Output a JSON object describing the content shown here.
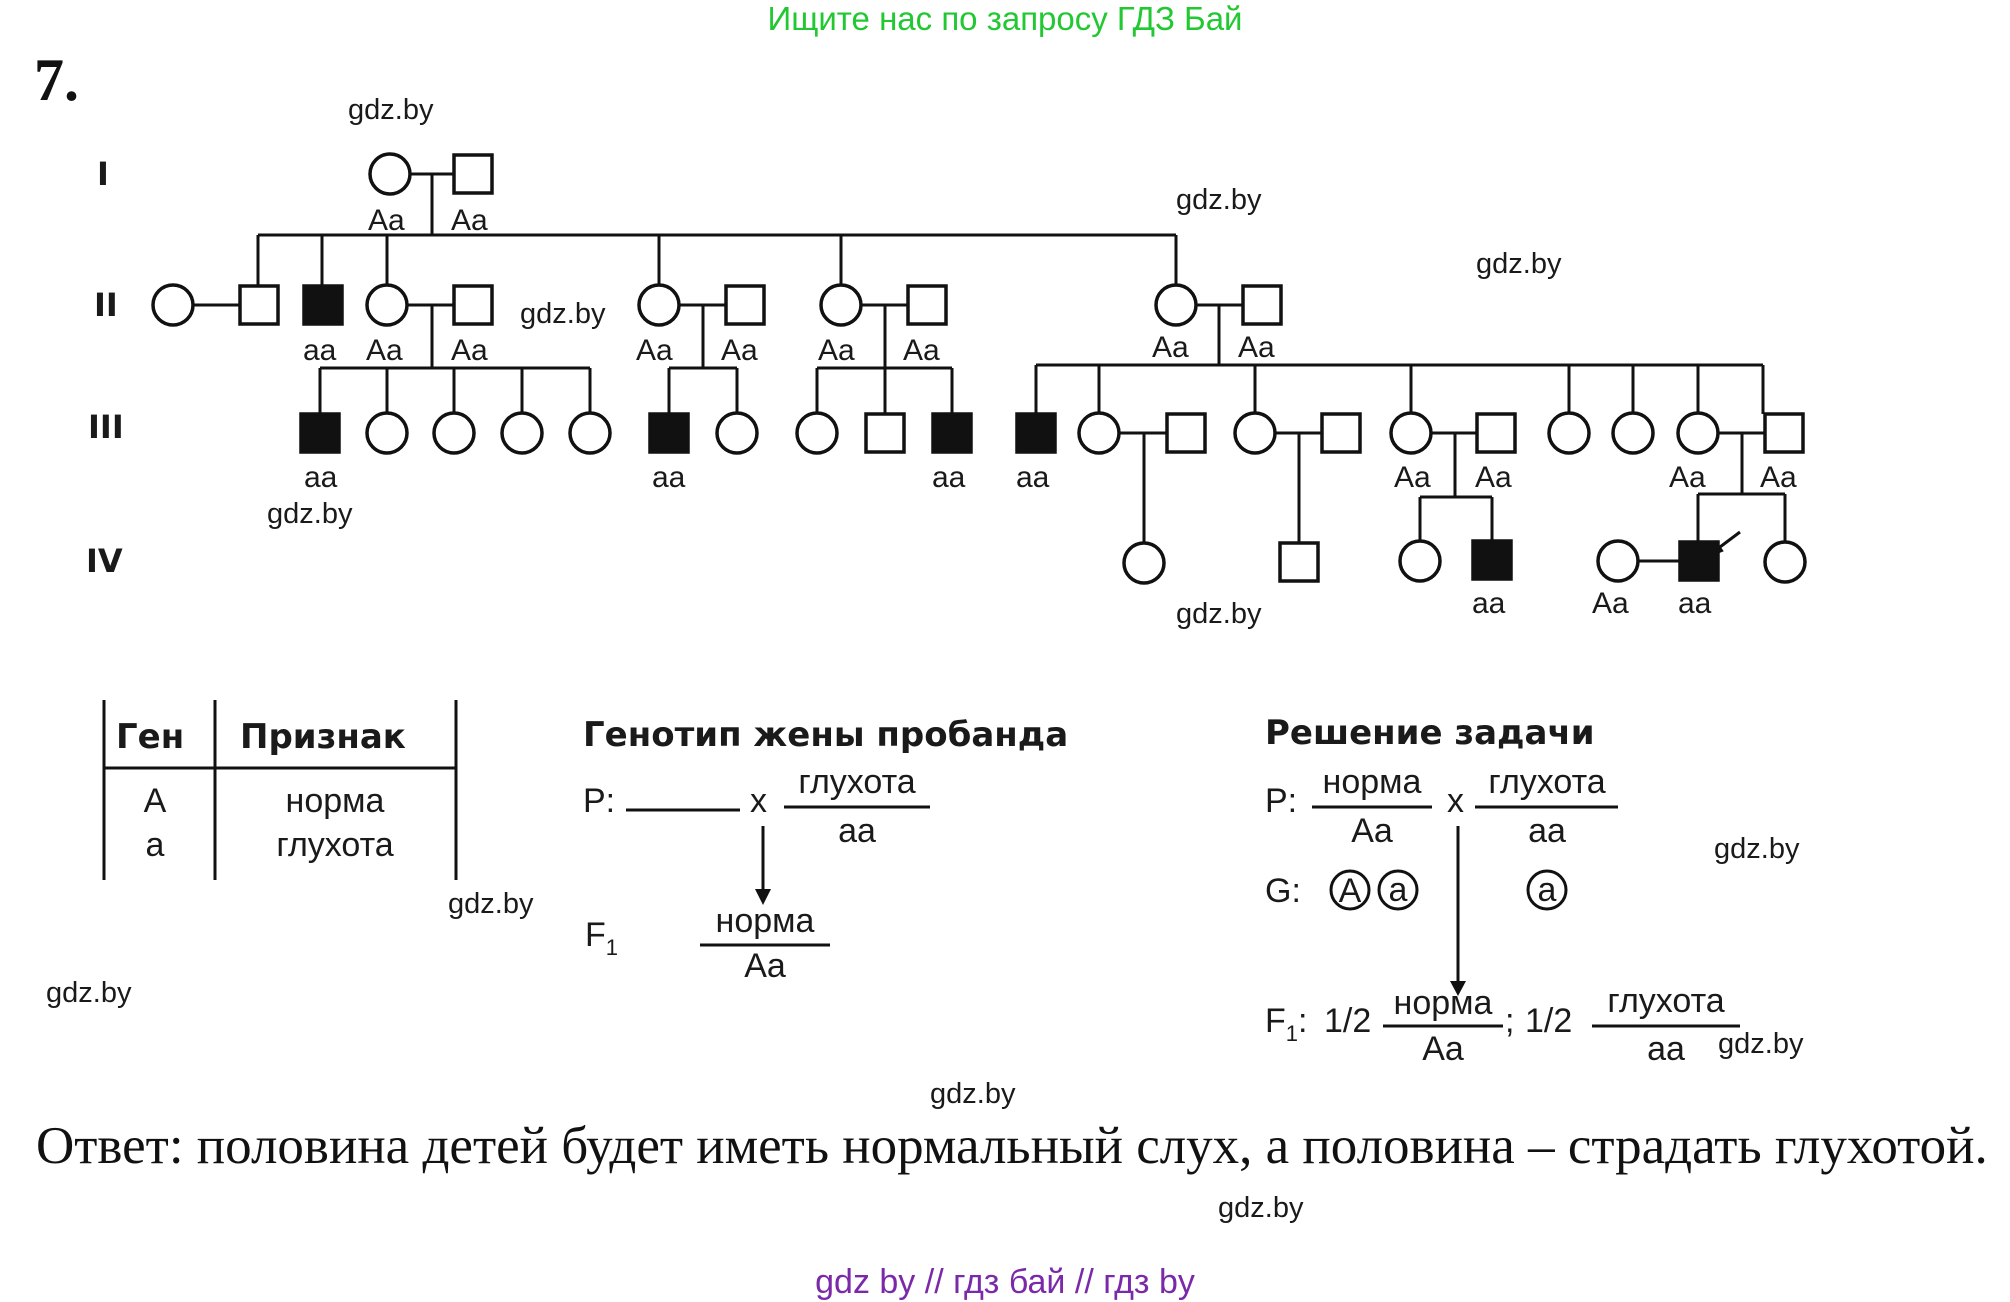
{
  "header_ad": "Ищите нас по запросу ГДЗ Бай",
  "task_number": "7.",
  "watermark": "gdz.by",
  "footer": "gdz by  //  гдз бай  //  гдз by",
  "pedigree": {
    "generations": [
      "I",
      "II",
      "III",
      "IV"
    ],
    "genotypes": {
      "Aa": "Aa",
      "aa": "aa"
    }
  },
  "gene_table": {
    "headers": [
      "Ген",
      "Признак"
    ],
    "rows": [
      {
        "gene": "A",
        "trait": "норма"
      },
      {
        "gene": "a",
        "trait": "глухота"
      }
    ]
  },
  "wife_genotype": {
    "title": "Генотип жены пробанда",
    "p_label": "P:",
    "cross": "x",
    "male_phenotype": "глухота",
    "male_genotype": "aa",
    "f1_label": "F",
    "f1_sub": "1",
    "f1_phenotype": "норма",
    "f1_genotype": "Aa"
  },
  "solution": {
    "title": "Решение задачи",
    "p_label": "P:",
    "female_phenotype": "норма",
    "female_genotype": "Aa",
    "cross": "x",
    "male_phenotype": "глухота",
    "male_genotype": "aa",
    "g_label": "G:",
    "female_gametes": [
      "A",
      "a"
    ],
    "male_gametes": [
      "a"
    ],
    "f1_label": "F",
    "f1_sub": "1",
    "f1_colon": ":",
    "offspring": [
      {
        "fraction": "1/2",
        "phenotype": "норма",
        "genotype": "Aa"
      },
      {
        "fraction": "1/2",
        "phenotype": "глухота",
        "genotype": "aa"
      }
    ],
    "separator": ";"
  },
  "answer": "Ответ: половина детей будет иметь нормальный слух, а половина – страдать глухотой."
}
